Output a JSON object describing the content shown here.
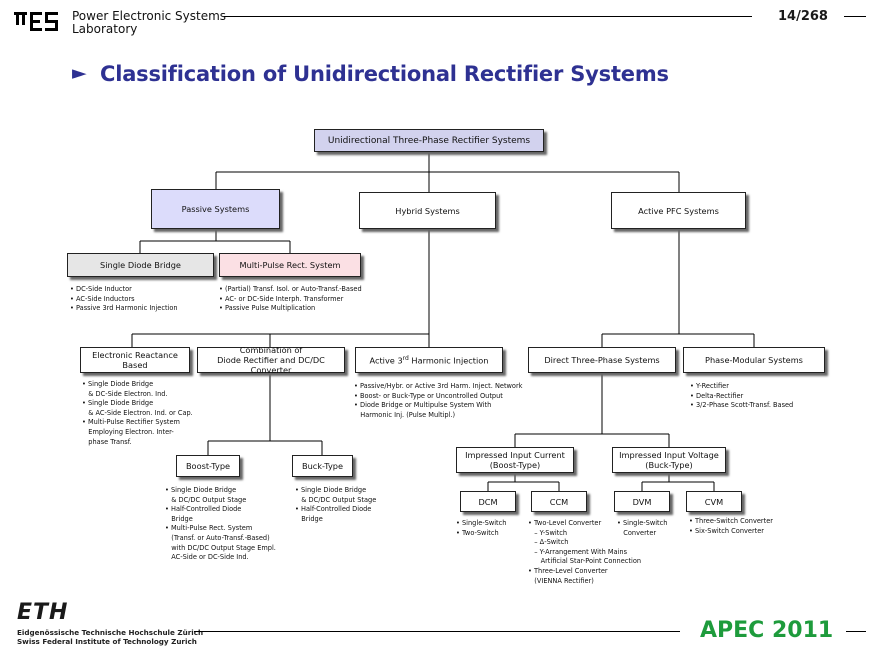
{
  "header": {
    "lab_line1": "Power Electronic Systems",
    "lab_line2": "Laboratory",
    "page_number": "14/268"
  },
  "slide": {
    "title": "Classification of Unidirectional Rectifier Systems"
  },
  "boxes": {
    "root": "Unidirectional Three-Phase Rectifier Systems",
    "passive": "Passive Systems",
    "hybrid": "Hybrid Systems",
    "active_pfc": "Active PFC Systems",
    "single_diode": "Single Diode Bridge",
    "multi_pulse": "Multi-Pulse Rect. System",
    "elec_reactance": "Electronic Reactance Based",
    "combo_line1": "Combination of",
    "combo_line2": "Diode Rectifier and DC/DC Converter",
    "active_3rd_pre": "Active 3",
    "active_3rd_sup": "rd",
    "active_3rd_post": " Harmonic Injection",
    "direct_3ph": "Direct Three-Phase Systems",
    "phase_modular": "Phase-Modular Systems",
    "boost_type": "Boost-Type",
    "buck_type": "Buck-Type",
    "imp_current_line1": "Impressed Input Current",
    "imp_current_line2": "(Boost-Type)",
    "imp_voltage_line1": "Impressed Input Voltage",
    "imp_voltage_line2": "(Buck-Type)",
    "dcm": "DCM",
    "ccm": "CCM",
    "dvm": "DVM",
    "cvm": "CVM"
  },
  "notes": {
    "single_diode": [
      "• DC-Side Inductor",
      "• AC-Side Inductors",
      "• Passive 3rd Harmonic Injection"
    ],
    "multi_pulse": [
      "• (Partial) Transf. Isol. or Auto-Transf.-Based",
      "• AC- or DC-Side Interph. Transformer",
      "• Passive Pulse Multiplication"
    ],
    "elec_reactance": [
      "• Single Diode Bridge",
      "   & DC-Side Electron. Ind.",
      "• Single Diode Bridge",
      "   & AC-Side Electron. Ind. or Cap.",
      "• Multi-Pulse Rectifier System",
      "   Employing Electron. Inter-",
      "   phase Transf."
    ],
    "active_3rd": [
      "• Passive/Hybr. or Active 3rd Harm. Inject. Network",
      "• Boost- or Buck-Type or Uncontrolled Output",
      "• Diode Bridge or Multipulse System With",
      "   Harmonic Inj. (Pulse Multipl.)"
    ],
    "phase_modular": [
      "• Y-Rectifier",
      "• Delta-Rectifier",
      "• 3/2-Phase Scott-Transf. Based"
    ],
    "boost_type": [
      "• Single Diode Bridge",
      "   & DC/DC Output Stage",
      "• Half-Controlled Diode",
      "   Bridge",
      "• Multi-Pulse Rect. System",
      "   (Transf. or Auto-Transf.-Based)",
      "   with DC/DC Output Stage Empl.",
      "   AC-Side or DC-Side Ind."
    ],
    "buck_type": [
      "• Single Diode Bridge",
      "   & DC/DC Output Stage",
      "• Half-Controlled Diode",
      "   Bridge"
    ],
    "dcm": [
      "• Single-Switch",
      "• Two-Switch"
    ],
    "ccm": [
      "• Two-Level Converter",
      "   – Y-Switch",
      "   – Δ-Switch",
      "   – Y-Arrangement With Mains",
      "      Artificial Star-Point Connection",
      "• Three-Level Converter",
      "   (VIENNA Rectifier)"
    ],
    "dvm": [
      "• Single-Switch",
      "   Converter"
    ],
    "cvm": [
      "• Three-Switch Converter",
      "• Six-Switch Converter"
    ]
  },
  "footer": {
    "eth_logo": "ETH",
    "eth_line1": "Eidgenössische Technische Hochschule Zürich",
    "eth_line2": "Swiss Federal Institute of Technology Zurich",
    "apec_logo": "APEC 2011"
  },
  "colors": {
    "title": "#2e3192",
    "lavender": "#d2d2ee",
    "pink": "#fbe0e4",
    "grey": "#e6e6e6",
    "apec_green": "#1e9b3c"
  }
}
